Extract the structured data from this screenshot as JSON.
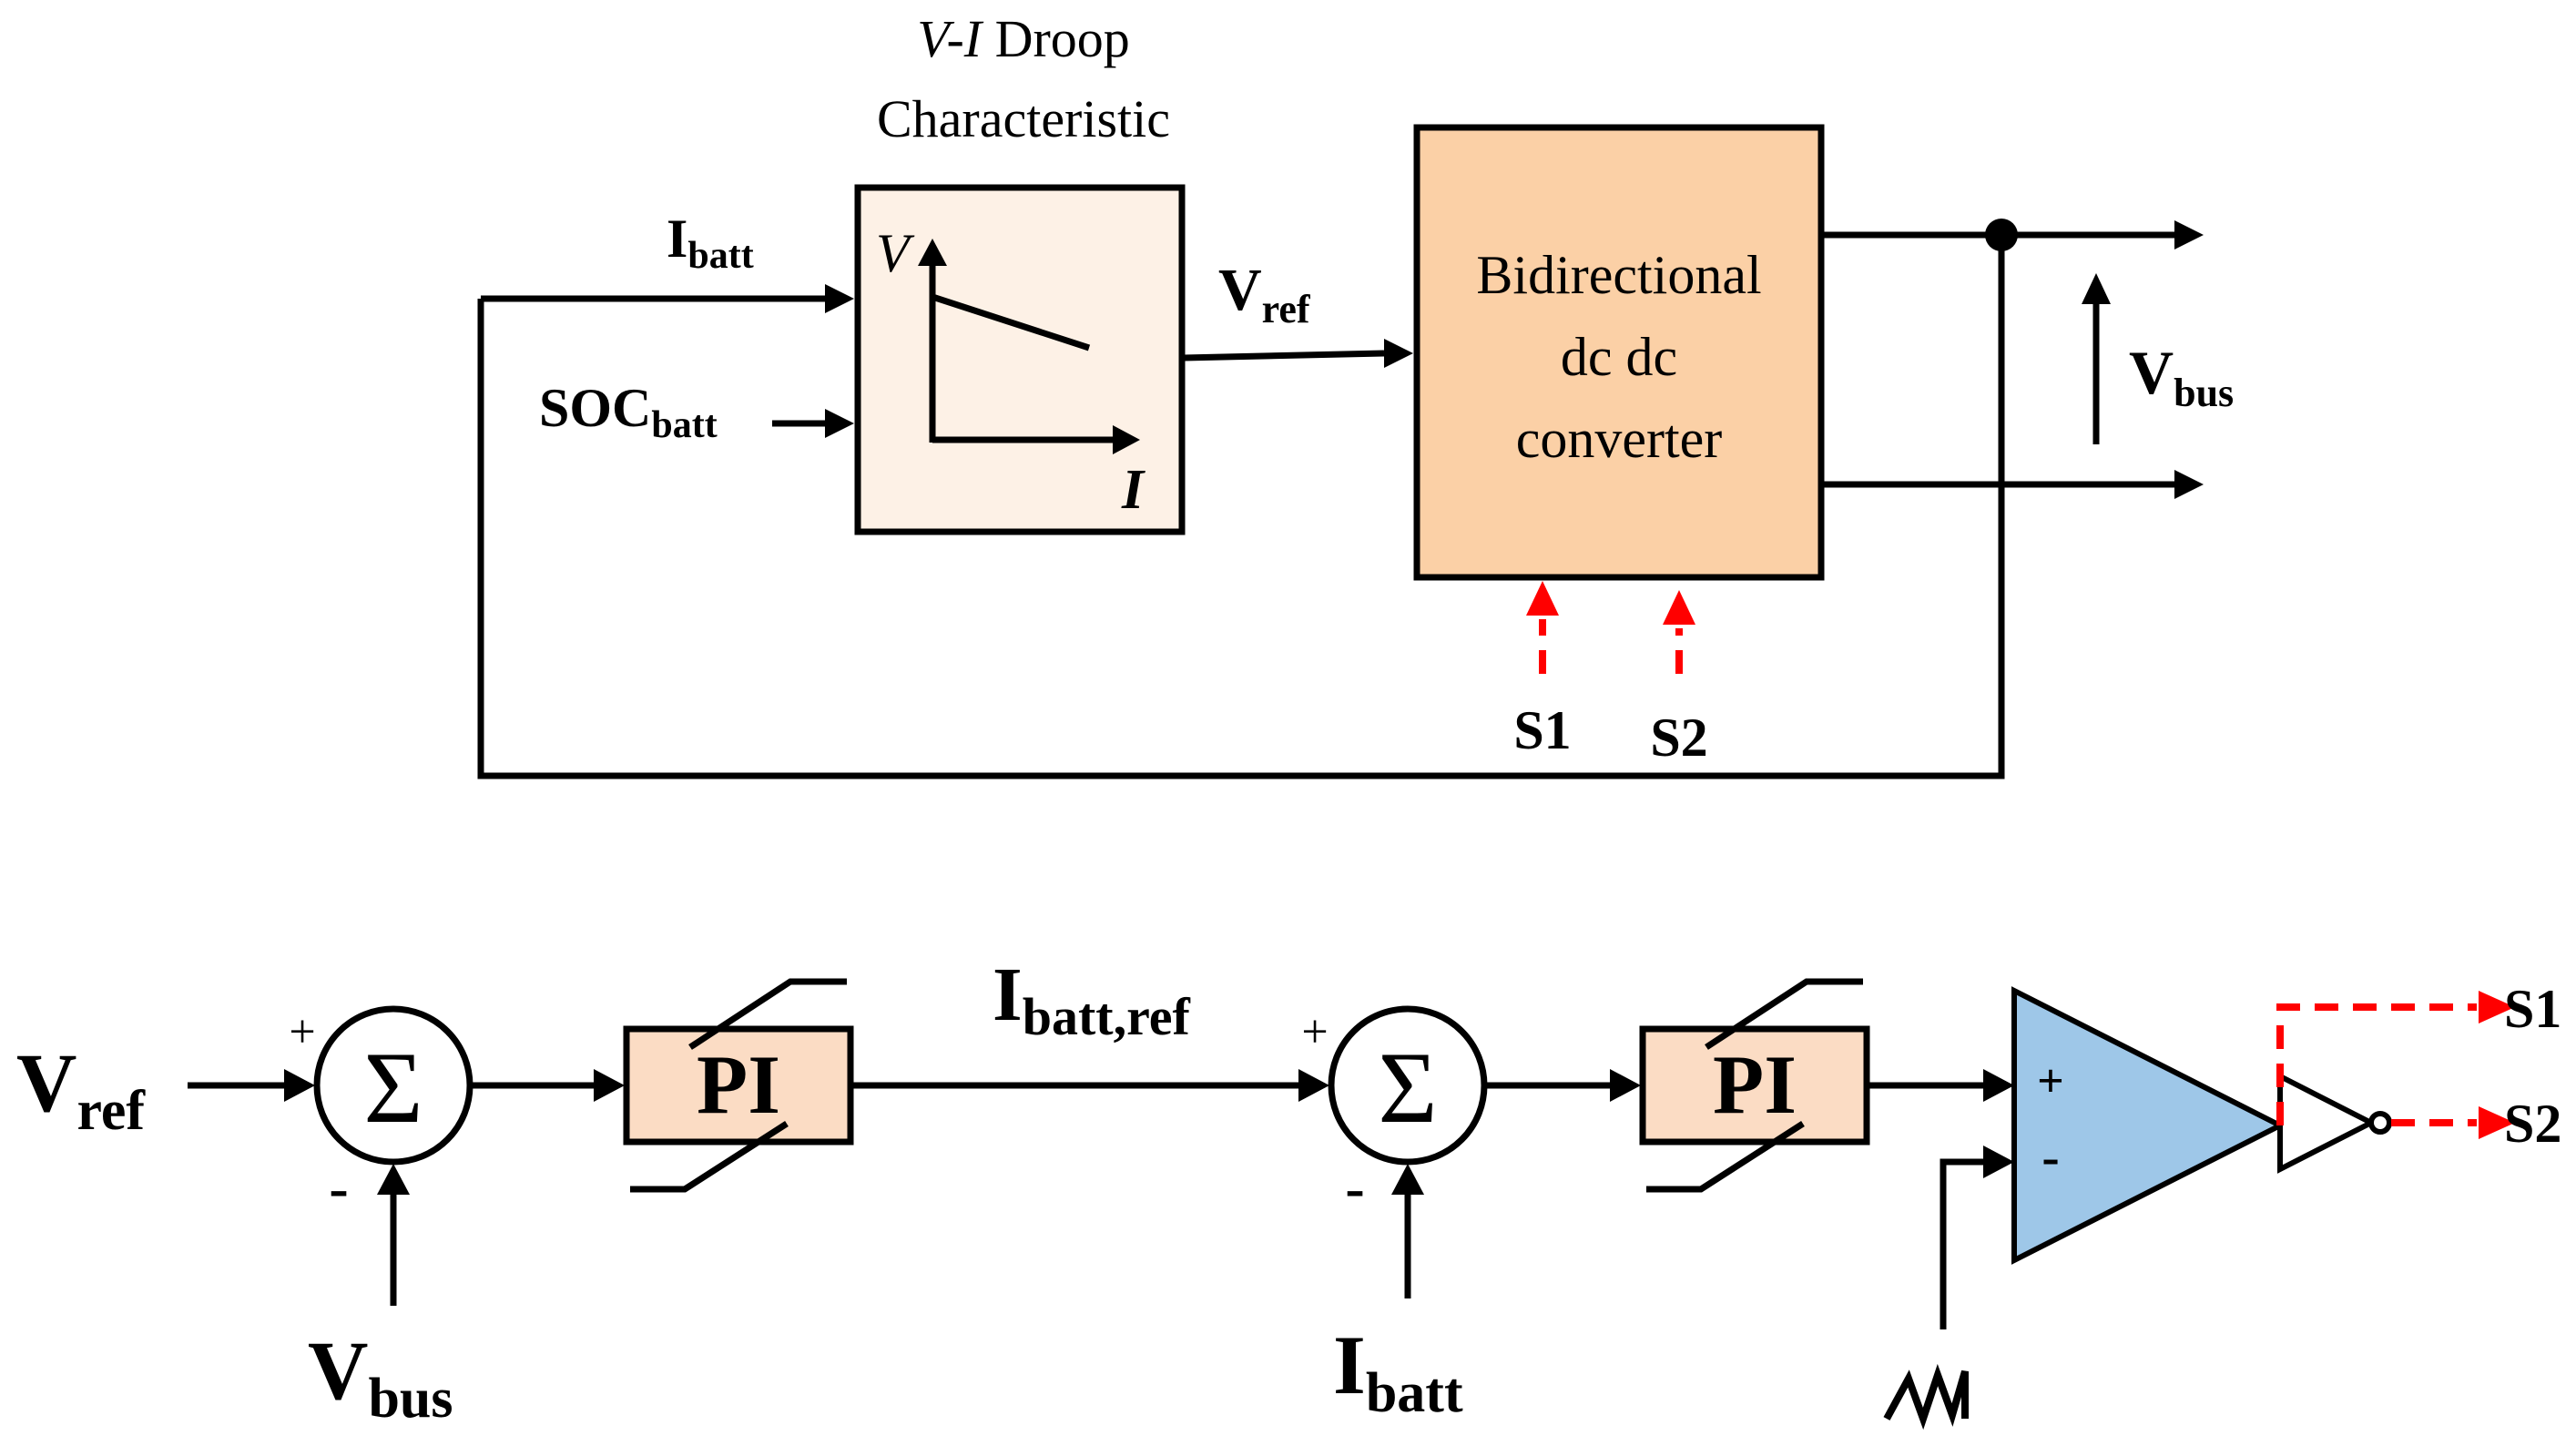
{
  "colors": {
    "droop_block_fill": "#fdf1e6",
    "converter_fill": "#fbd0a6",
    "pi_fill": "#fbdcc4",
    "comparator_fill": "#9ec7e8",
    "gate_signal": "#ff0000",
    "line": "#000000"
  },
  "top": {
    "droop_title_line1_italic": "V-I",
    "droop_title_line1_rest": " Droop",
    "droop_title_line2": "Characteristic",
    "droop_axis_v": "V",
    "droop_axis_i": "I",
    "input_ibatt_main": "I",
    "input_ibatt_sub": "batt",
    "input_soc_main": "SOC",
    "input_soc_sub": "batt",
    "vref_main": "V",
    "vref_sub": "ref",
    "converter_line1": "Bidirectional",
    "converter_line2": "dc dc",
    "converter_line3": "converter",
    "vbus_main": "V",
    "vbus_sub": "bus",
    "s1": "S1",
    "s2": "S2"
  },
  "bottom": {
    "vref_main": "V",
    "vref_sub": "ref",
    "sum1_symbol": "Σ",
    "sum1_plus": "+",
    "sum1_minus": "-",
    "vbus_main": "V",
    "vbus_sub": "bus",
    "pi1_label": "PI",
    "ibatt_ref_main": "I",
    "ibatt_ref_sub": "batt,ref",
    "sum2_symbol": "Σ",
    "sum2_plus": "+",
    "sum2_minus": "-",
    "ibatt_main": "I",
    "ibatt_sub": "batt",
    "pi2_label": "PI",
    "comp_plus": "+",
    "comp_minus": "-",
    "s1": "S1",
    "s2": "S2"
  }
}
